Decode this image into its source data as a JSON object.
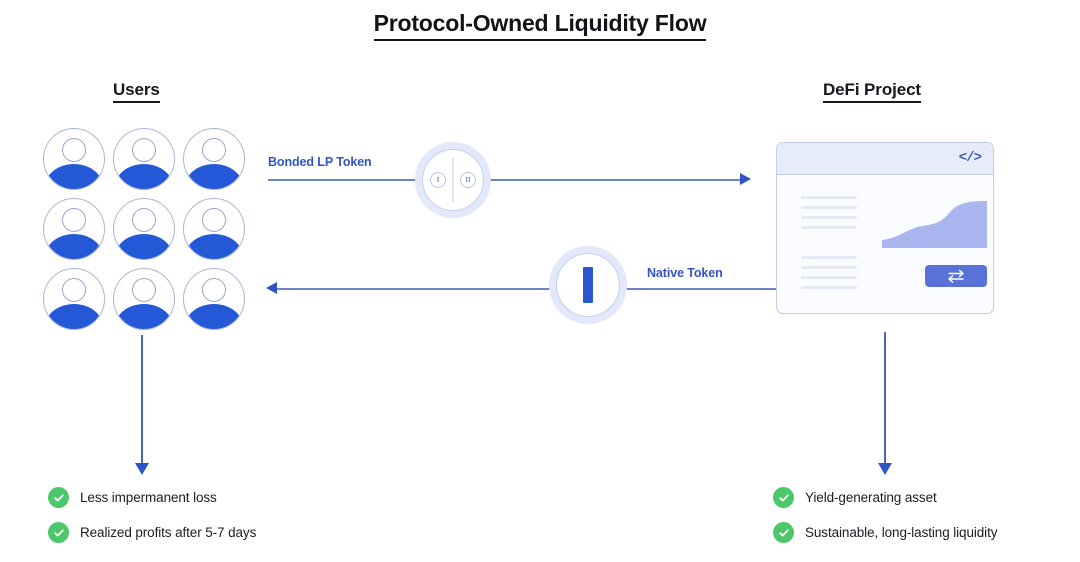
{
  "title": "Protocol-Owned Liquidity Flow",
  "columns": {
    "left_heading": "Users",
    "right_heading": "DeFi Project"
  },
  "flows": [
    {
      "label": "Bonded LP Token",
      "direction": "users-to-project"
    },
    {
      "label": "Native Token",
      "direction": "project-to-users"
    }
  ],
  "lp_token": {
    "coin_one_label": "I",
    "coin_two_label": "II",
    "icon": "lp-token-icon"
  },
  "native_token": {
    "icon": "native-token-icon"
  },
  "defi_card": {
    "code_icon_label": "</>",
    "swap_icon": "swap-arrows-icon",
    "text_line_groups": [
      4,
      4
    ]
  },
  "avatars": {
    "count": 9,
    "icon": "user-avatar-icon"
  },
  "benefits_users": [
    "Less impermanent loss",
    "Realized profits after 5-7 days"
  ],
  "benefits_project": [
    "Yield-generating asset",
    "Sustainable, long-lasting liquidity"
  ],
  "colors": {
    "accent_blue": "#2558d6",
    "light_blue": "#e3e9fb",
    "label_blue": "#3355c4",
    "check_green": "#4cc76a",
    "arrow_blue": "#2e55c7",
    "text_dark": "#15181d"
  }
}
